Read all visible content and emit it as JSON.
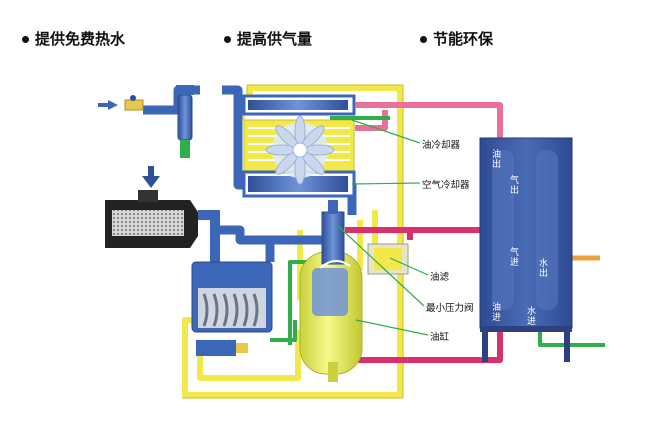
{
  "headings": {
    "h1": "提供免费热水",
    "h2": "提高供气量",
    "h3": "节能环保"
  },
  "labels": {
    "oil_cooler": "油冷却器",
    "air_cooler": "空气冷却器",
    "oil_filter": "油滤",
    "min_pressure_valve": "最小压力阀",
    "oil_tank": "油缸"
  },
  "exchanger": {
    "oil_out": [
      "油",
      "出"
    ],
    "air_out": [
      "气",
      "出"
    ],
    "air_in": [
      "气",
      "进"
    ],
    "water_out": [
      "水",
      "出"
    ],
    "oil_in": [
      "油",
      "进"
    ],
    "water_in": [
      "水",
      "进"
    ]
  },
  "colors": {
    "yellow_pipe": "#f2e84a",
    "blue_pipe": "#3c67b8",
    "pink_pipe": "#e8709a",
    "magenta_pipe": "#d9306e",
    "green_pipe": "#2fae4a",
    "orange_pipe": "#e8a33a",
    "exchanger": "#3f5fa8",
    "tank": "#e9ef4a"
  },
  "icons": [
    "flow-arrow-left-icon",
    "flow-arrow-down-icon",
    "cooling-fan-icon"
  ]
}
